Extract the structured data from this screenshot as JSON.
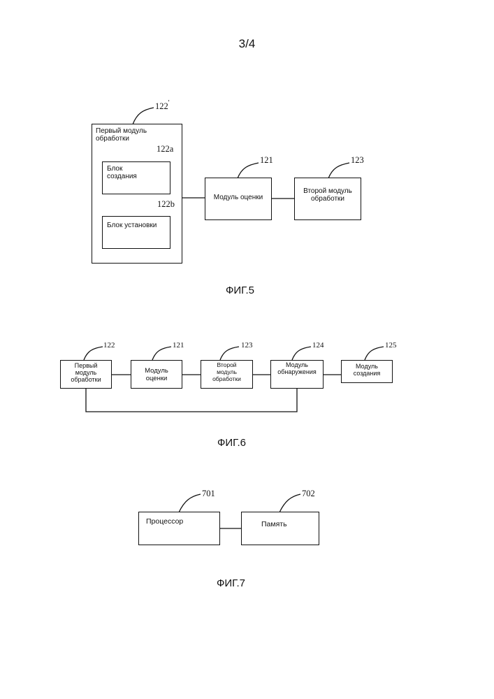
{
  "page_number": "3/4",
  "fig5": {
    "caption": "ФИГ.5",
    "outer": {
      "ref": "122",
      "ref_mark": "'",
      "label": "Первый модуль\nобработки"
    },
    "block_a": {
      "ref": "122a",
      "label": "Блок\nсоздания"
    },
    "block_b": {
      "ref": "122b",
      "label": "Блок установки"
    },
    "eval": {
      "ref": "121",
      "label": "Модуль оценки"
    },
    "second": {
      "ref": "123",
      "label": "Второй модуль\nобработки"
    }
  },
  "fig6": {
    "caption": "ФИГ.6",
    "boxes": [
      {
        "ref": "122",
        "label": "Первый\nмодуль\nобработки"
      },
      {
        "ref": "121",
        "label": "Модуль\nоценки"
      },
      {
        "ref": "123",
        "label": "Второй\nмодуль\nобработки"
      },
      {
        "ref": "124",
        "label": "Модуль\nобнаружения"
      },
      {
        "ref": "125",
        "label": "Модуль\nсоздания"
      }
    ]
  },
  "fig7": {
    "caption": "ФИГ.7",
    "processor": {
      "ref": "701",
      "label": "Процессор"
    },
    "memory": {
      "ref": "702",
      "label": "Память"
    }
  }
}
